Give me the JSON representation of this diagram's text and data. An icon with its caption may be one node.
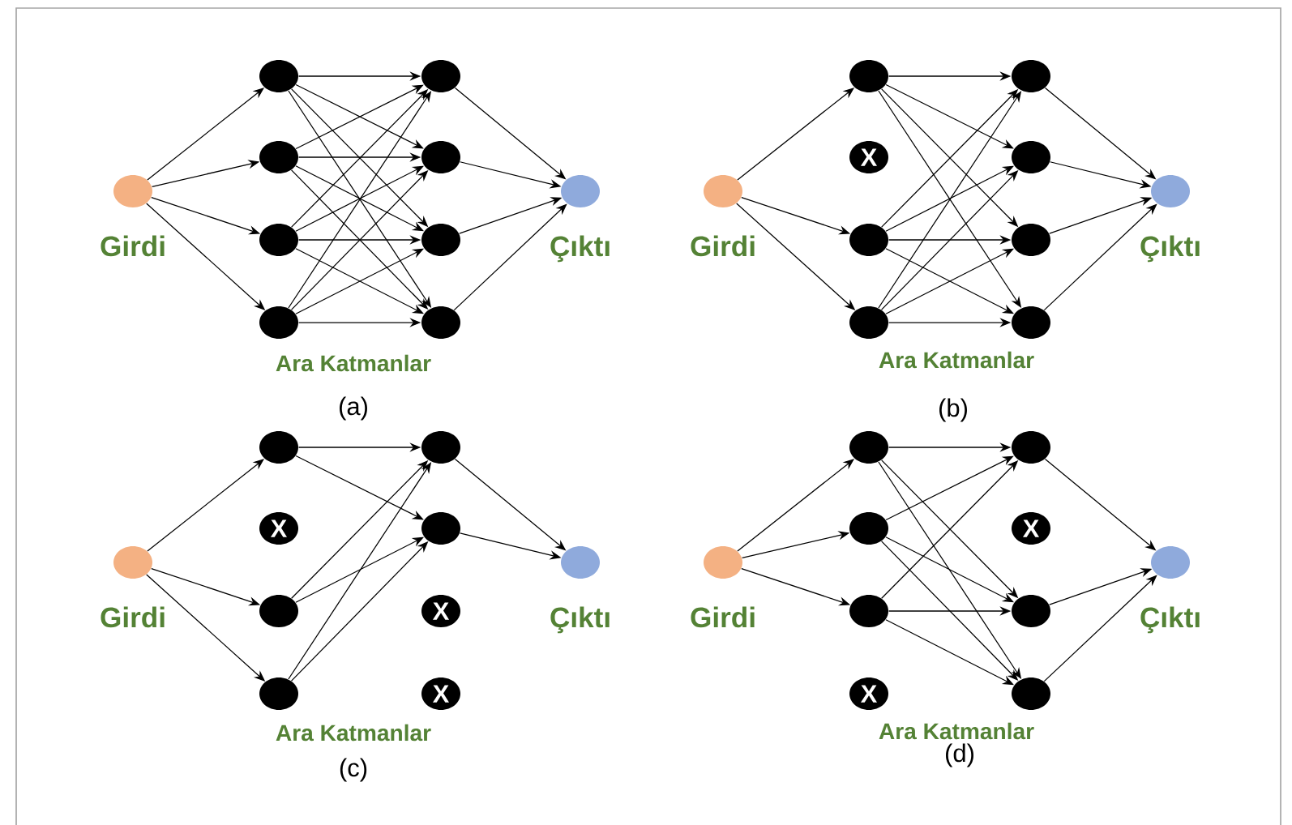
{
  "diagram": {
    "nodes": [
      {
        "text": [],
        "shape": "circle",
        "beside": [
          "Girdi"
        ]
      },
      {
        "text": [],
        "shape": "circle"
      },
      {
        "text": [],
        "shape": "circle"
      },
      {
        "text": [],
        "shape": "circle"
      },
      {
        "text": [],
        "shape": "circle"
      },
      {
        "text": [],
        "shape": "circle"
      },
      {
        "text": [],
        "shape": "circle"
      },
      {
        "text": [],
        "shape": "circle"
      },
      {
        "text": [],
        "shape": "circle"
      },
      {
        "text": [],
        "shape": "circle",
        "beside": [
          "Çıktı"
        ]
      },
      {
        "text": [],
        "shape": "circle",
        "beside": [
          "Girdi"
        ]
      },
      {
        "text": [],
        "shape": "circle"
      },
      {
        "text": [
          "X"
        ]
      },
      {
        "text": [],
        "shape": "circle"
      },
      {
        "text": [],
        "shape": "circle"
      },
      {
        "text": [],
        "shape": "circle"
      },
      {
        "text": [],
        "shape": "circle"
      },
      {
        "text": [],
        "shape": "circle"
      },
      {
        "text": [],
        "shape": "circle"
      },
      {
        "text": [],
        "shape": "circle",
        "beside": [
          "Çıktı"
        ]
      },
      {
        "text": [],
        "shape": "circle",
        "beside": [
          "Girdi"
        ]
      },
      {
        "text": [],
        "shape": "circle"
      },
      {
        "text": [
          "X"
        ]
      },
      {
        "text": [],
        "shape": "circle"
      },
      {
        "text": [],
        "shape": "circle"
      },
      {
        "text": [],
        "shape": "circle"
      },
      {
        "text": [],
        "shape": "circle"
      },
      {
        "text": [
          "X"
        ]
      },
      {
        "text": [
          "X"
        ]
      },
      {
        "text": [],
        "shape": "circle",
        "beside": [
          "Çıktı"
        ]
      },
      {
        "text": [],
        "shape": "circle",
        "beside": [
          "Girdi"
        ]
      },
      {
        "text": [],
        "shape": "circle"
      },
      {
        "text": [],
        "shape": "circle"
      },
      {
        "text": [],
        "shape": "circle"
      },
      {
        "text": [
          "X"
        ]
      },
      {
        "text": [],
        "shape": "circle"
      },
      {
        "text": [
          "X"
        ]
      },
      {
        "text": [],
        "shape": "circle"
      },
      {
        "text": [],
        "shape": "circle"
      },
      {
        "text": [],
        "shape": "circle",
        "beside": [
          "Çıktı"
        ]
      }
    ],
    "edges": [
      {
        "from": 0,
        "to": 1,
        "arrow": "to"
      },
      {
        "from": 0,
        "to": 2,
        "arrow": "to"
      },
      {
        "from": 0,
        "to": 3,
        "arrow": "to"
      },
      {
        "from": 0,
        "to": 4,
        "arrow": "to"
      },
      {
        "from": 1,
        "to": 5,
        "arrow": "to"
      },
      {
        "from": 1,
        "to": 6,
        "arrow": "to"
      },
      {
        "from": 1,
        "to": 7,
        "arrow": "to"
      },
      {
        "from": 1,
        "to": 8,
        "arrow": "to"
      },
      {
        "from": 2,
        "to": 5,
        "arrow": "to"
      },
      {
        "from": 2,
        "to": 6,
        "arrow": "to"
      },
      {
        "from": 2,
        "to": 7,
        "arrow": "to"
      },
      {
        "from": 2,
        "to": 8,
        "arrow": "to"
      },
      {
        "from": 3,
        "to": 5,
        "arrow": "to"
      },
      {
        "from": 3,
        "to": 6,
        "arrow": "to"
      },
      {
        "from": 3,
        "to": 7,
        "arrow": "to"
      },
      {
        "from": 3,
        "to": 8,
        "arrow": "to"
      },
      {
        "from": 4,
        "to": 5,
        "arrow": "to"
      },
      {
        "from": 4,
        "to": 6,
        "arrow": "to"
      },
      {
        "from": 4,
        "to": 7,
        "arrow": "to"
      },
      {
        "from": 4,
        "to": 8,
        "arrow": "to"
      },
      {
        "from": 5,
        "to": 9,
        "arrow": "to"
      },
      {
        "from": 6,
        "to": 9,
        "arrow": "to"
      },
      {
        "from": 7,
        "to": 9,
        "arrow": "to"
      },
      {
        "from": 8,
        "to": 9,
        "arrow": "to"
      },
      {
        "from": 10,
        "to": 11,
        "arrow": "to"
      },
      {
        "from": 10,
        "to": 13,
        "arrow": "to"
      },
      {
        "from": 10,
        "to": 14,
        "arrow": "to"
      },
      {
        "from": 11,
        "to": 15,
        "arrow": "to"
      },
      {
        "from": 11,
        "to": 16,
        "arrow": "to"
      },
      {
        "from": 11,
        "to": 17,
        "arrow": "to"
      },
      {
        "from": 11,
        "to": 18,
        "arrow": "to"
      },
      {
        "from": 13,
        "to": 15,
        "arrow": "to"
      },
      {
        "from": 13,
        "to": 16,
        "arrow": "to"
      },
      {
        "from": 13,
        "to": 17,
        "arrow": "to"
      },
      {
        "from": 13,
        "to": 18,
        "arrow": "to"
      },
      {
        "from": 14,
        "to": 15,
        "arrow": "to"
      },
      {
        "from": 14,
        "to": 16,
        "arrow": "to"
      },
      {
        "from": 14,
        "to": 17,
        "arrow": "to"
      },
      {
        "from": 14,
        "to": 18,
        "arrow": "to"
      },
      {
        "from": 15,
        "to": 19,
        "arrow": "to"
      },
      {
        "from": 16,
        "to": 19,
        "arrow": "to"
      },
      {
        "from": 17,
        "to": 19,
        "arrow": "to"
      },
      {
        "from": 18,
        "to": 19,
        "arrow": "to"
      },
      {
        "from": 20,
        "to": 21,
        "arrow": "to"
      },
      {
        "from": 20,
        "to": 23,
        "arrow": "to"
      },
      {
        "from": 20,
        "to": 24,
        "arrow": "to"
      },
      {
        "from": 21,
        "to": 25,
        "arrow": "to"
      },
      {
        "from": 21,
        "to": 26,
        "arrow": "to"
      },
      {
        "from": 23,
        "to": 25,
        "arrow": "to"
      },
      {
        "from": 23,
        "to": 26,
        "arrow": "to"
      },
      {
        "from": 24,
        "to": 25,
        "arrow": "to"
      },
      {
        "from": 24,
        "to": 26,
        "arrow": "to"
      },
      {
        "from": 25,
        "to": 29,
        "arrow": "to"
      },
      {
        "from": 26,
        "to": 29,
        "arrow": "to"
      },
      {
        "from": 30,
        "to": 31,
        "arrow": "to"
      },
      {
        "from": 30,
        "to": 32,
        "arrow": "to"
      },
      {
        "from": 30,
        "to": 33,
        "arrow": "to"
      },
      {
        "from": 31,
        "to": 35,
        "arrow": "to"
      },
      {
        "from": 31,
        "to": 37,
        "arrow": "to"
      },
      {
        "from": 31,
        "to": 38,
        "arrow": "to"
      },
      {
        "from": 32,
        "to": 35,
        "arrow": "to"
      },
      {
        "from": 32,
        "to": 37,
        "arrow": "to"
      },
      {
        "from": 32,
        "to": 38,
        "arrow": "to"
      },
      {
        "from": 33,
        "to": 35,
        "arrow": "to"
      },
      {
        "from": 33,
        "to": 37,
        "arrow": "to"
      },
      {
        "from": 33,
        "to": 38,
        "arrow": "to"
      },
      {
        "from": 35,
        "to": 39,
        "arrow": "to"
      },
      {
        "from": 37,
        "to": 39,
        "arrow": "to"
      },
      {
        "from": 38,
        "to": 39,
        "arrow": "to"
      }
    ],
    "labels": [
      "Ara Katmanlar",
      "(a)",
      "Ara Katmanlar",
      "(b)",
      "Ara Katmanlar",
      "(c)",
      "Ara Katmanlar",
      "(d)"
    ]
  }
}
